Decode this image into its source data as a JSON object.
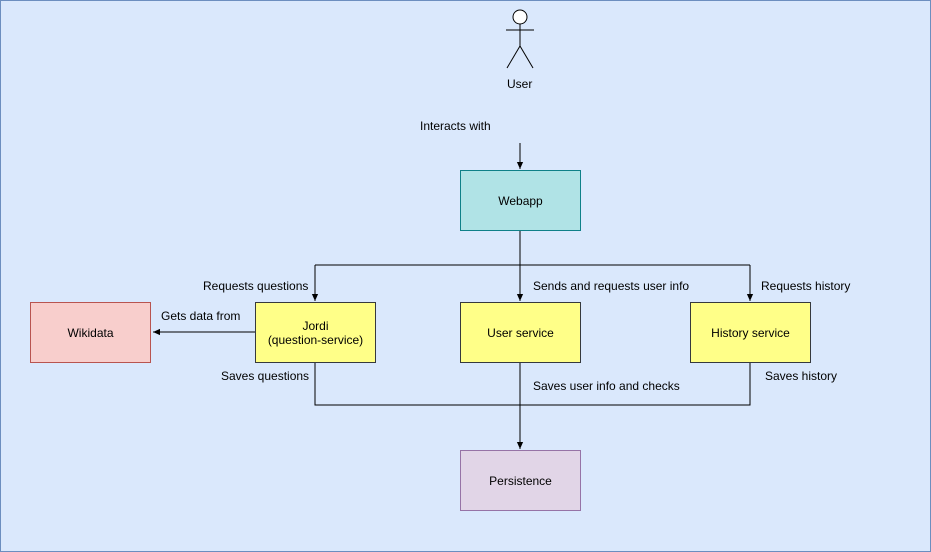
{
  "actor": {
    "label": "User"
  },
  "nodes": {
    "webapp": {
      "label": "Webapp",
      "fill": "#b0e3e6",
      "stroke": "#0e8088"
    },
    "wikidata": {
      "label": "Wikidata",
      "fill": "#f8cecc",
      "stroke": "#b85450"
    },
    "jordi": {
      "label": "Jordi\n(question-service)",
      "fill": "#ffff88",
      "stroke": "#36393d"
    },
    "user_service": {
      "label": "User service",
      "fill": "#ffff88",
      "stroke": "#36393d"
    },
    "history_service": {
      "label": "History service",
      "fill": "#ffff88",
      "stroke": "#36393d"
    },
    "persistence": {
      "label": "Persistence",
      "fill": "#e1d5e7",
      "stroke": "#9673a6"
    }
  },
  "edges": {
    "interacts_with": "Interacts with",
    "requests_questions": "Requests questions",
    "sends_requests_user_info": "Sends and requests user info",
    "requests_history": "Requests history",
    "gets_data_from": "Gets data from",
    "saves_questions": "Saves questions",
    "saves_user_info": "Saves user info and checks",
    "saves_history": "Saves history"
  },
  "colors": {
    "background": "#dae8fc",
    "border": "#6c8ebf",
    "edge": "#000000"
  }
}
